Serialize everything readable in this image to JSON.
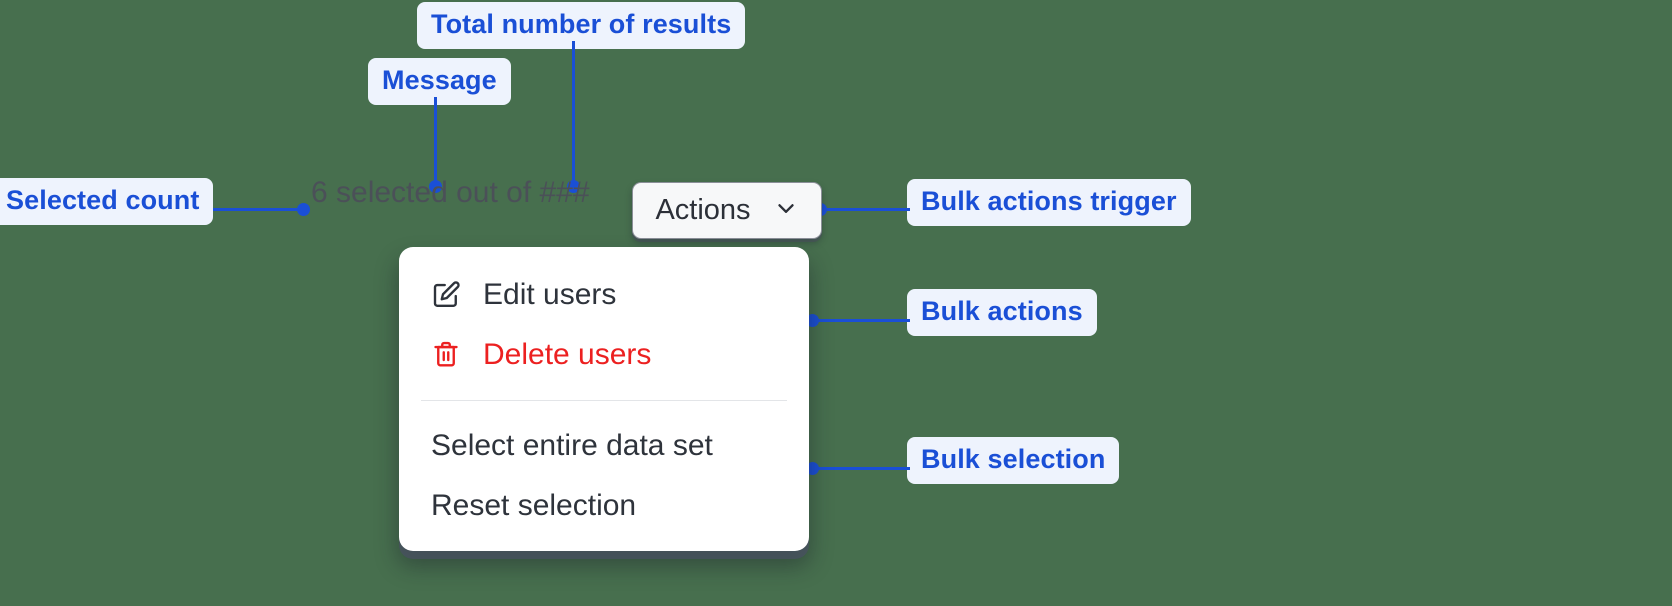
{
  "canvas": {
    "background_color": "#476f4e",
    "accent_color": "#1a4fd6",
    "annotation_bg": "#eef3fd",
    "danger_color": "#ec2020"
  },
  "bulk_bar": {
    "selected_count": 6,
    "count_message": "6 selected out of ###",
    "total_placeholder": "###",
    "trigger": {
      "label": "Actions",
      "icon": "chevron-down-icon"
    }
  },
  "menu": {
    "groups": [
      {
        "name": "bulk-actions",
        "items": [
          {
            "label": "Edit users",
            "icon": "edit-square-icon",
            "tone": "default"
          },
          {
            "label": "Delete users",
            "icon": "trash-icon",
            "tone": "danger"
          }
        ]
      },
      {
        "name": "bulk-selection",
        "items": [
          {
            "label": "Select entire data set",
            "icon": "",
            "tone": "default"
          },
          {
            "label": "Reset selection",
            "icon": "",
            "tone": "default"
          }
        ]
      }
    ]
  },
  "annotations": [
    {
      "key": "total",
      "label": "Total number of results"
    },
    {
      "key": "message",
      "label": "Message"
    },
    {
      "key": "selected_count",
      "label": "Selected count"
    },
    {
      "key": "bulk_actions_trigger",
      "label": "Bulk actions trigger"
    },
    {
      "key": "bulk_actions",
      "label": "Bulk actions"
    },
    {
      "key": "bulk_selection",
      "label": "Bulk selection"
    }
  ]
}
